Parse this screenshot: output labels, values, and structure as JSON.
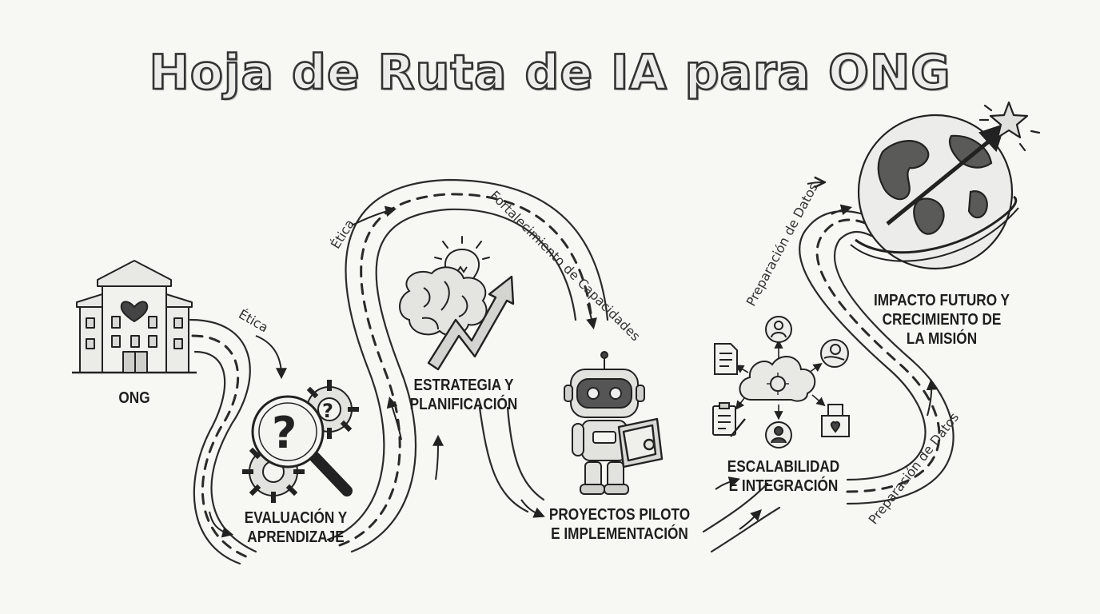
{
  "title": "Hoja de Ruta de IA para ONG",
  "stages": {
    "ong": "ONG",
    "evaluacion": [
      "EVALUACIÓN Y",
      "APRENDIZAJE"
    ],
    "estrategia": [
      "ESTRATEGIA Y",
      "PLANIFICACIÓN"
    ],
    "pilotos": [
      "PROYECTOS PILOTO",
      "E IMPLEMENTACIÓN"
    ],
    "escalabilidad": [
      "ESCALABILIDAD",
      "E INTEGRACIÓN"
    ],
    "impacto": [
      "IMPACTO FUTURO Y",
      "CRECIMIENTO DE",
      "LA MISIÓN"
    ]
  },
  "annotations": {
    "etica": "Ética",
    "fortalecimiento": "Fortalecimiento de Capacidades",
    "preparacion": "Preparación de Datos"
  },
  "icons": [
    "building-heart-icon",
    "magnifier-question-icon",
    "gears-icon",
    "brain-icon",
    "lightbulb-icon",
    "growth-arrow-icon",
    "robot-icon",
    "tablet-icon",
    "cloud-network-icon",
    "person-icon",
    "coin-hand-icon",
    "document-icon",
    "clipboard-icon",
    "donation-box-icon",
    "globe-icon",
    "star-icon"
  ],
  "colors": {
    "ink": "#222222",
    "paper": "#f7f7f3",
    "title_fill": "#ececea"
  }
}
